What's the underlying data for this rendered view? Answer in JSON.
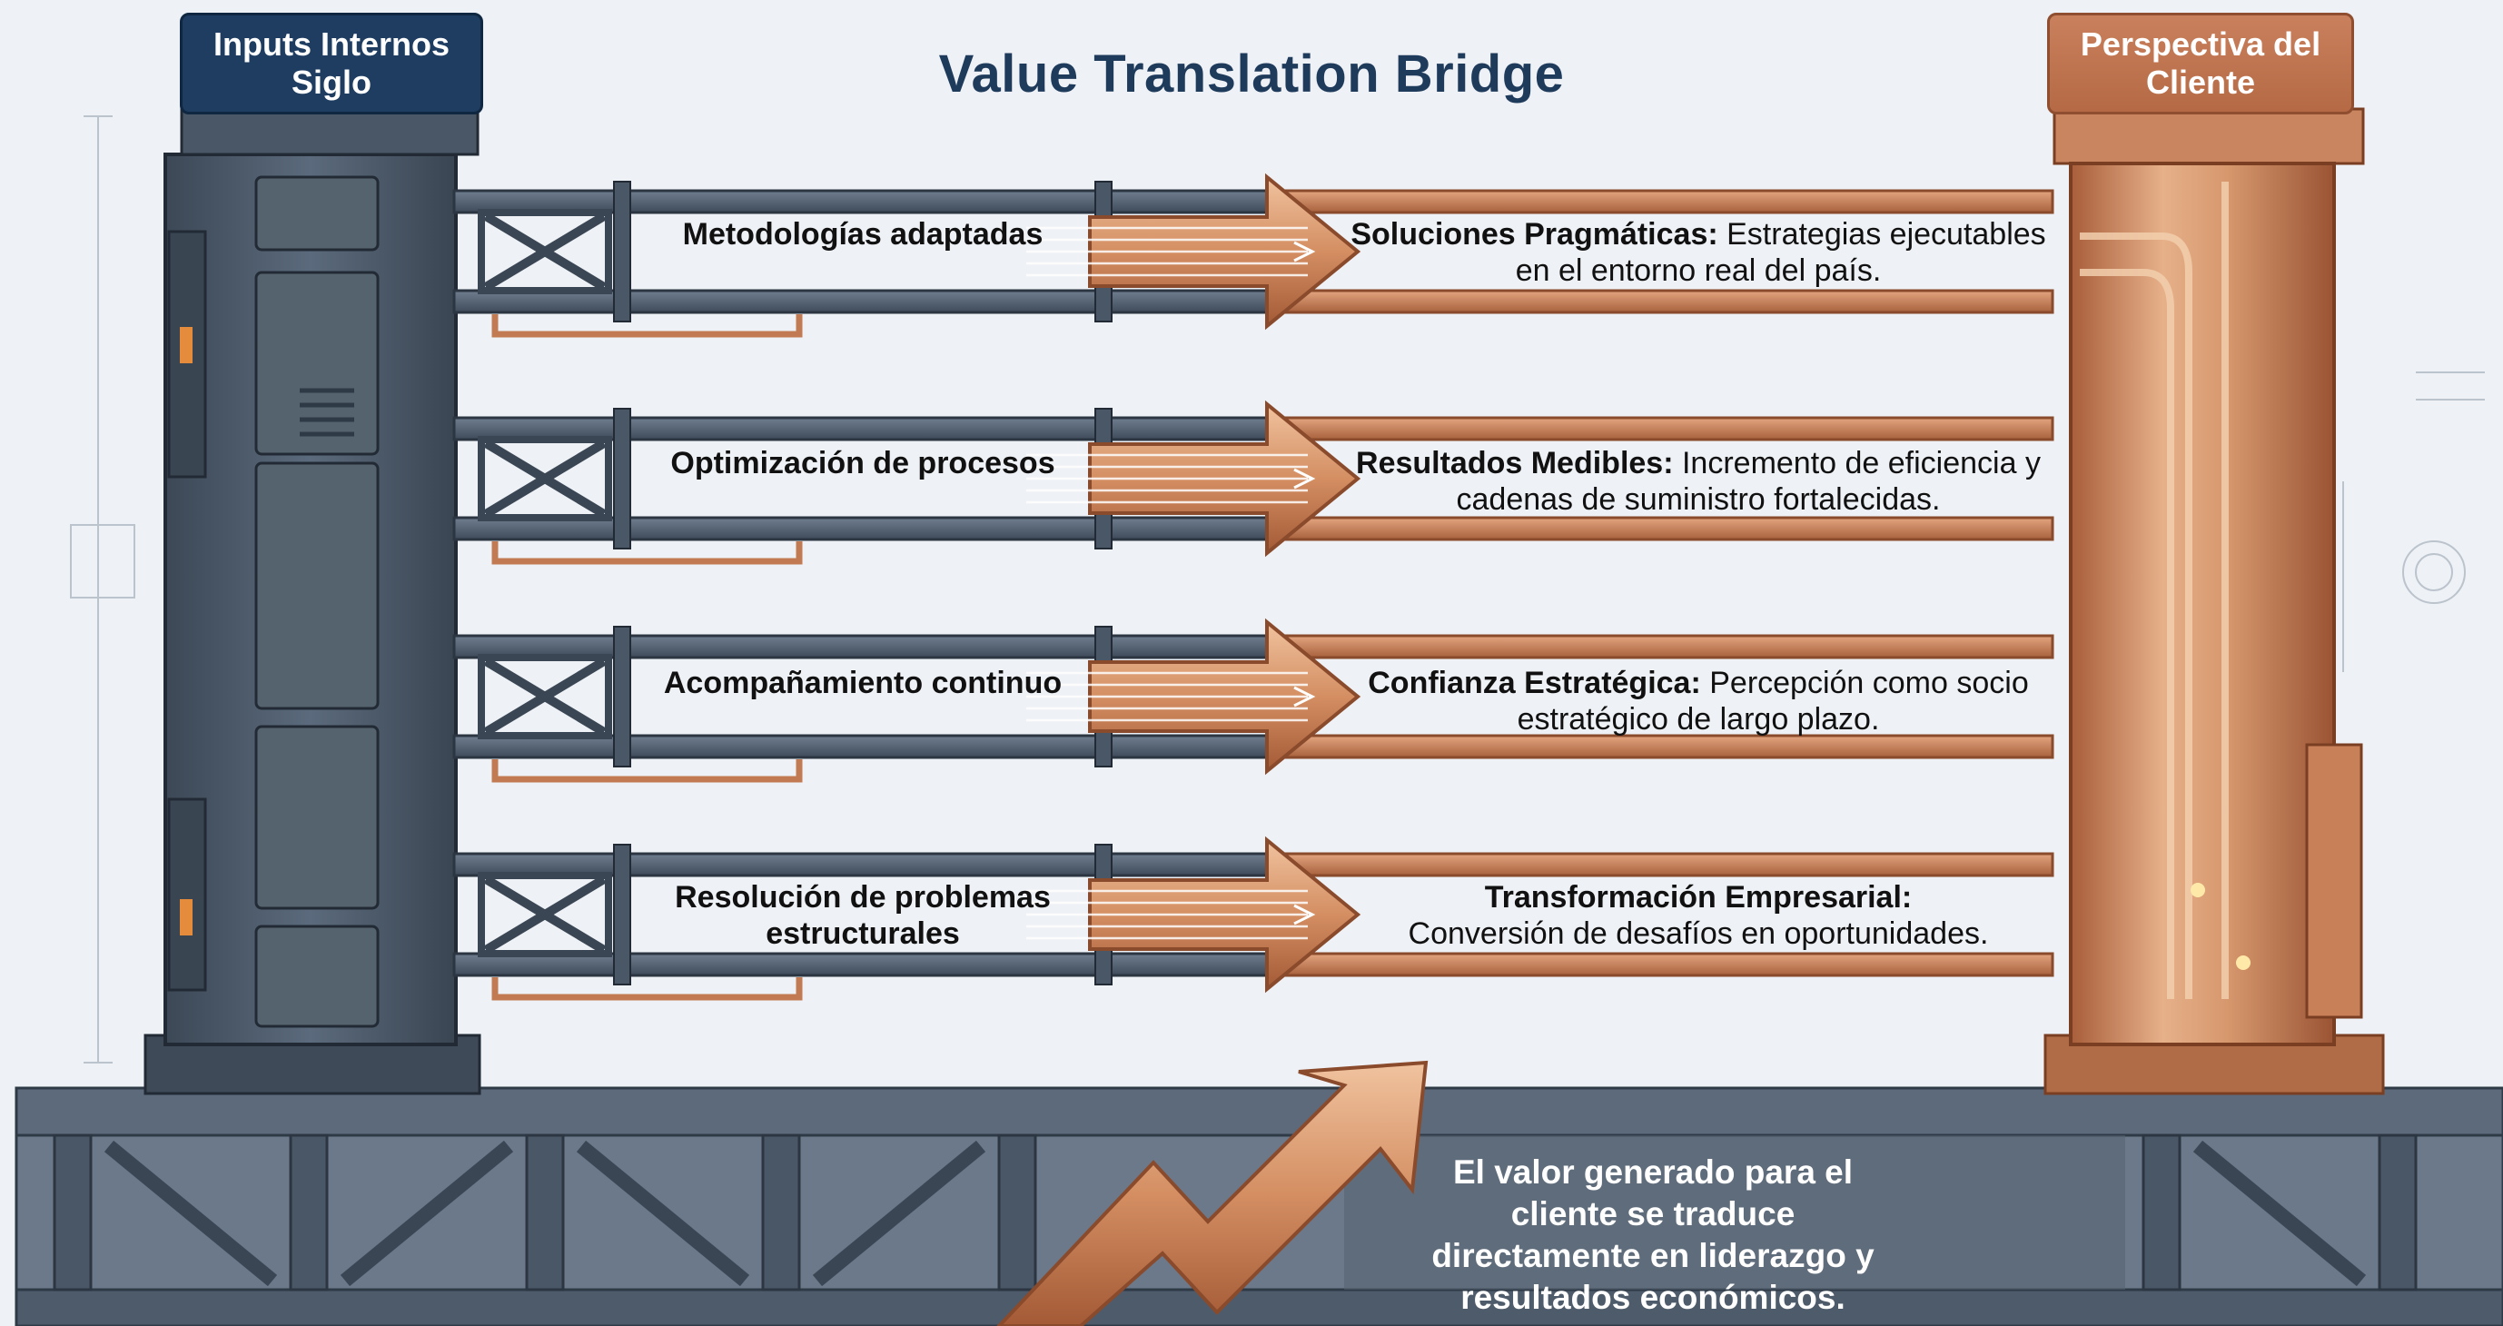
{
  "title": "Value Translation Bridge",
  "left_pillar": {
    "label": "Inputs Internos Siglo"
  },
  "right_pillar": {
    "label": "Perspectiva del Cliente"
  },
  "rows": [
    {
      "input": "Metodologías adaptadas",
      "output_bold": "Soluciones Pragmáticas:",
      "output_text": " Estrategias ejecutables en el entorno real del país."
    },
    {
      "input": "Optimización de procesos",
      "output_bold": "Resultados Medibles:",
      "output_text": " Incremento de eficiencia y cadenas de suministro fortalecidas."
    },
    {
      "input": "Acompañamiento continuo",
      "output_bold": "Confianza Estratégica:",
      "output_text": " Percepción como socio estratégico de largo plazo."
    },
    {
      "input": "Resolución de problemas estructurales",
      "output_bold": "Transformación Empresarial:",
      "output_text": " Conversión de desafíos en oportunidades."
    }
  ],
  "bottom_note": "El valor generado para el cliente se traduce directamente en liderazgo y resultados económicos.",
  "colors": {
    "steel": "#4f5d6e",
    "steel_dark": "#2f3a47",
    "steel_light": "#7d8a99",
    "copper": "#c8845c",
    "copper_light": "#e8b48e",
    "copper_dark": "#9a5434",
    "navy": "#1e3d60",
    "background": "#eef1f5"
  }
}
